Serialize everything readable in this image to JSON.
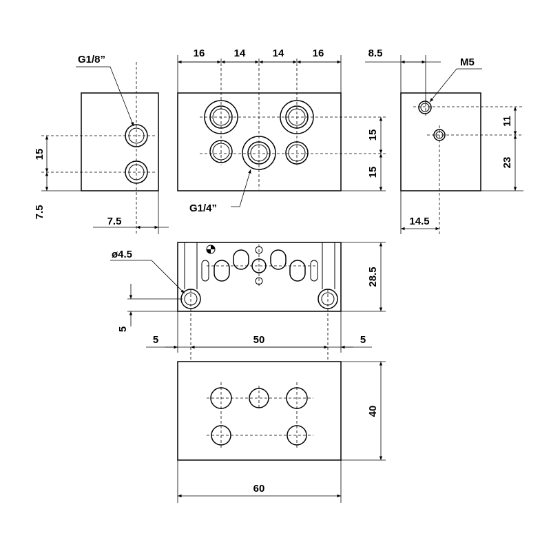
{
  "dimensions": {
    "top_16_left": "16",
    "top_14_left": "14",
    "top_14_right": "14",
    "top_16_right": "16",
    "top_8_5": "8.5",
    "left_15": "15",
    "left_7_5_vertical": "7.5",
    "left_7_5_horizontal": "7.5",
    "front_15_upper": "15",
    "front_15_lower": "15",
    "right_11": "11",
    "right_23": "23",
    "right_14_5": "14.5",
    "bottom_28_5": "28.5",
    "bottom_5_vertical": "5",
    "bottom_5_left": "5",
    "bottom_50": "50",
    "bottom_5_right": "5",
    "base_40": "40",
    "base_60": "60"
  },
  "callouts": {
    "g18": "G1/8”",
    "g14": "G1/4”",
    "m5": "M5",
    "d45": "ø4.5"
  }
}
